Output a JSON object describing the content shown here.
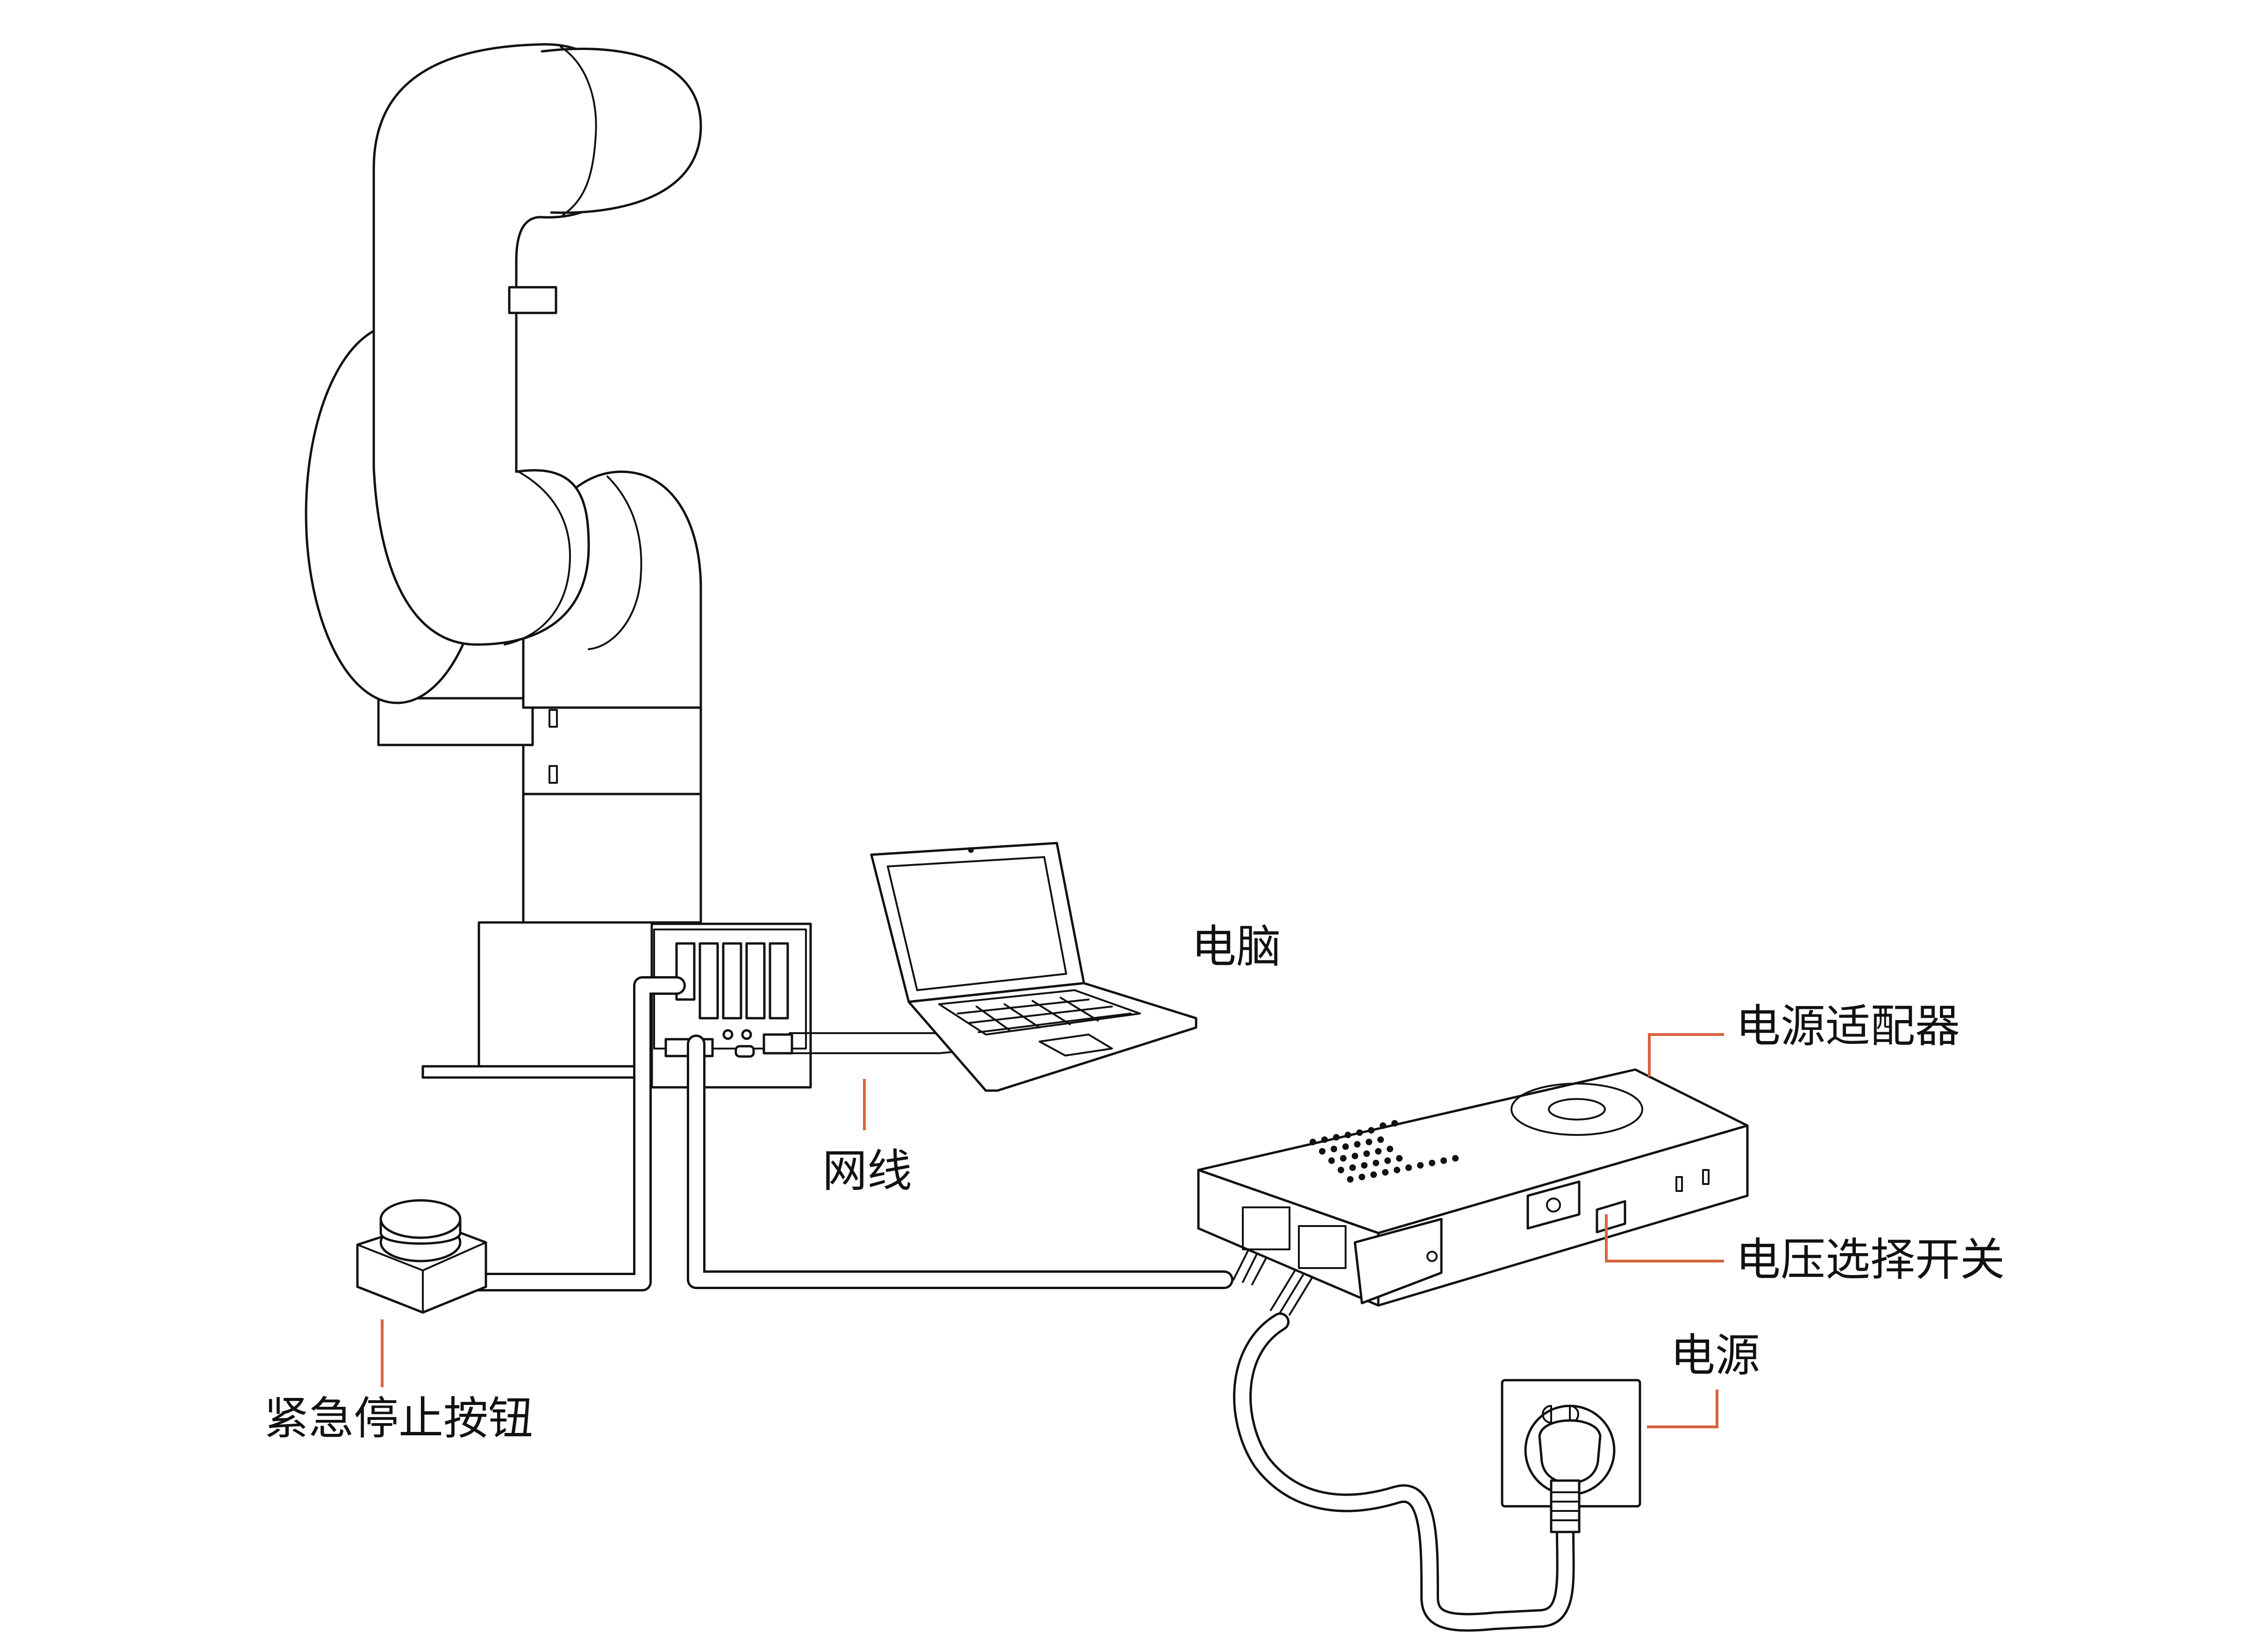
{
  "labels": {
    "computer": "电脑",
    "network_cable": "网线",
    "power_adapter": "电源适配器",
    "voltage_switch": "电压选择开关",
    "power_source": "电源",
    "emergency_stop": "紧急停止按钮"
  },
  "colors": {
    "line": "#111111",
    "leader": "#d9633f",
    "background": "#ffffff"
  },
  "icons": [
    "robot-arm-icon",
    "laptop-icon",
    "power-adapter-icon",
    "wall-socket-icon",
    "emergency-stop-button-icon"
  ]
}
